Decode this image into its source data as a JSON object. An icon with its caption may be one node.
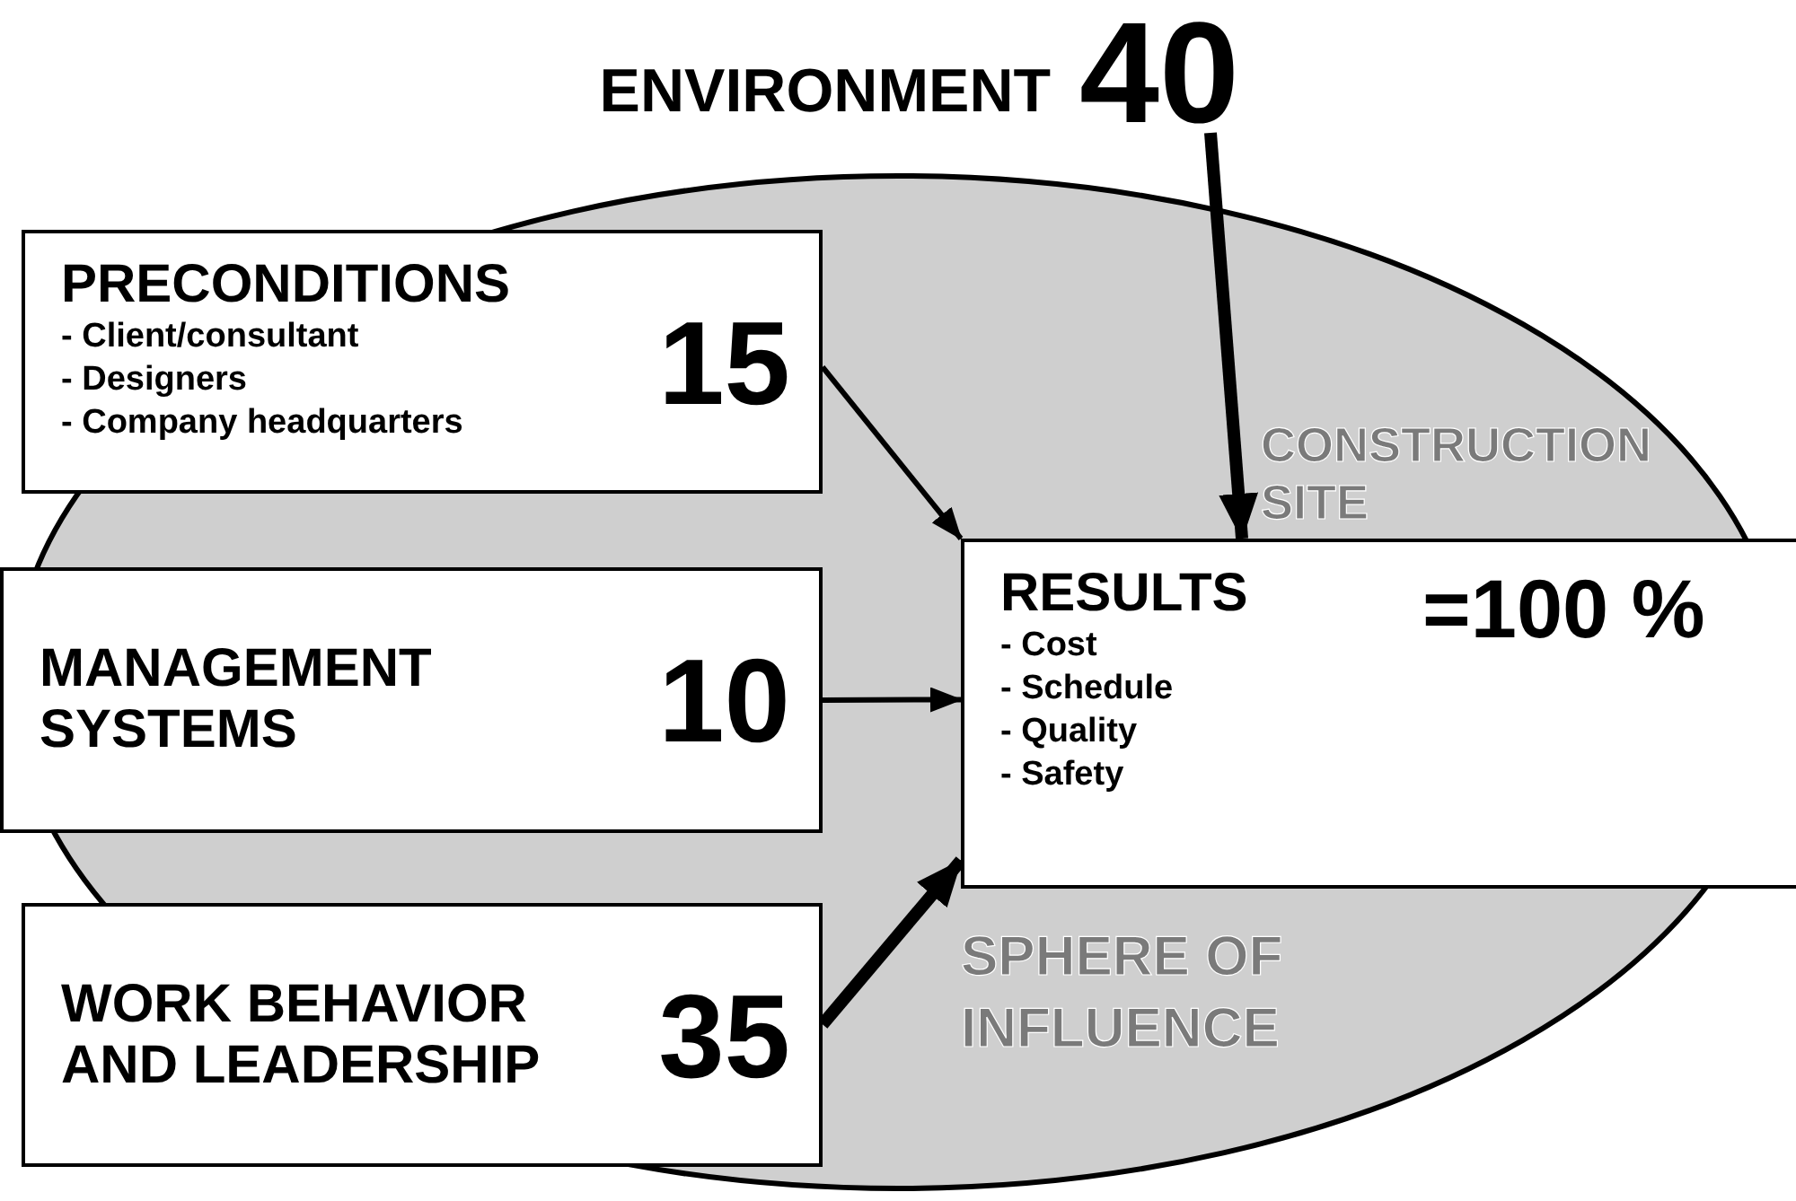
{
  "diagram": {
    "nodes": [
      {
        "text": [
          "ENVIRONMENT",
          "40"
        ]
      },
      {
        "text": [
          "PRECONDITIONS",
          "- Client/consultant",
          "- Designers",
          "- Company headquarters",
          "15"
        ]
      },
      {
        "text": [
          "MANAGEMENT SYSTEMS",
          "10"
        ]
      },
      {
        "text": [
          "WORK BEHAVIOR AND LEADERSHIP",
          "35"
        ]
      },
      {
        "text": [
          "RESULTS",
          "- Cost",
          "- Schedule",
          "- Quality",
          "- Safety",
          "=100 %"
        ]
      }
    ],
    "edges": [
      {
        "from": 0,
        "to": 4,
        "arrow": "to",
        "style": "thick"
      },
      {
        "from": 1,
        "to": 4,
        "arrow": "to"
      },
      {
        "from": 2,
        "to": 4,
        "arrow": "to"
      },
      {
        "from": 3,
        "to": 4,
        "arrow": "to",
        "style": "thick"
      }
    ],
    "labels": [
      "CONSTRUCTION SITE",
      "SPHERE OF INFLUENCE"
    ]
  }
}
